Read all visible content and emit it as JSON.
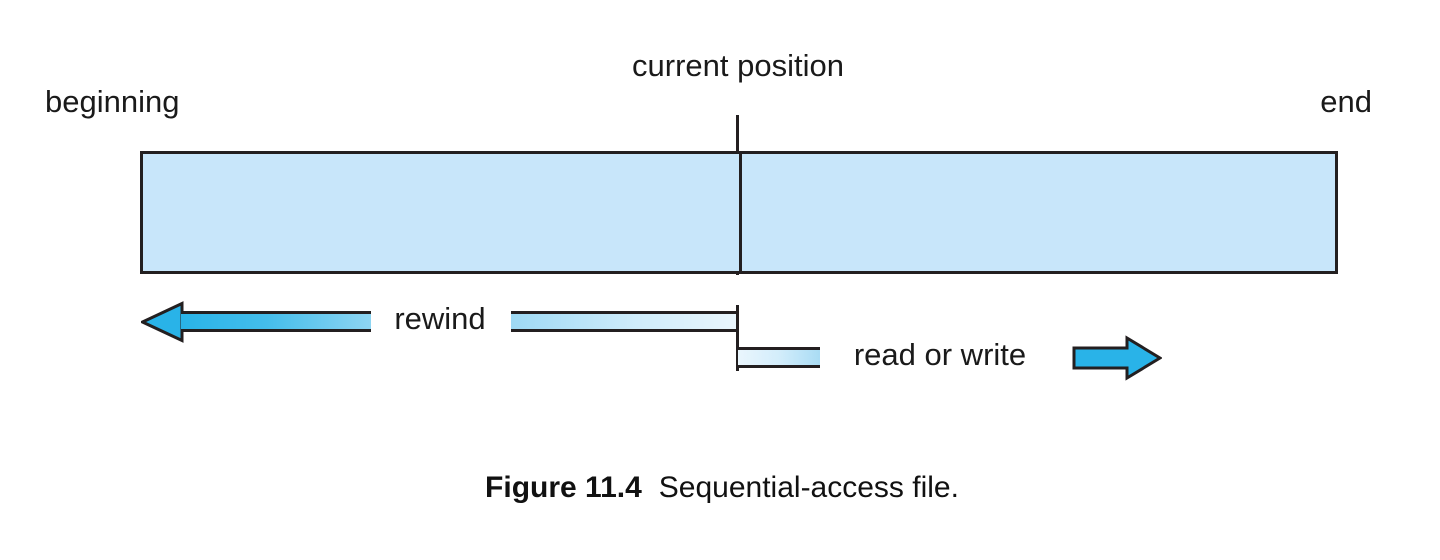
{
  "figure": {
    "caption_number": "Figure 11.4",
    "caption_text": "Sequential-access file.",
    "labels": {
      "beginning": "beginning",
      "current_position": "current position",
      "end": "end",
      "rewind": "rewind",
      "read_or_write": "read or write"
    },
    "colors": {
      "file_fill": "#c8e6fa",
      "outline": "#231f20",
      "arrow_blue": "#29b3e8",
      "arrow_blue_light": "#eaf6fd",
      "background": "#ffffff",
      "text": "#1a1a1a"
    },
    "icons": {
      "rewind_arrow": "arrow-left-icon",
      "read_write_arrow": "arrow-right-icon",
      "position_marker": "vertical-tick-icon"
    }
  }
}
